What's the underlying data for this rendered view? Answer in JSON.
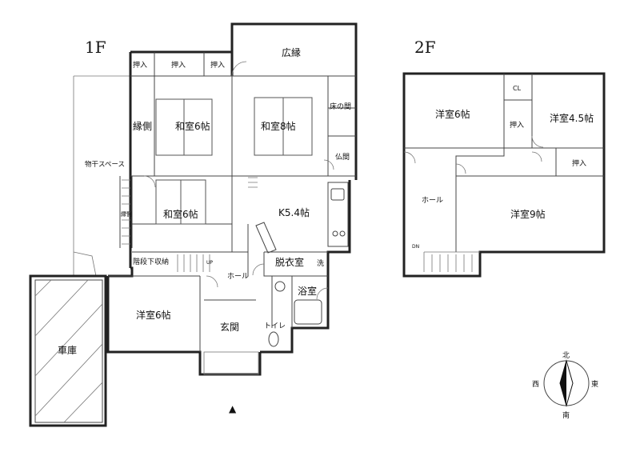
{
  "floor_1": {
    "label": "1F",
    "rooms": {
      "hiroen": "広縁",
      "oshiire_1": "押入",
      "oshiire_2": "押入",
      "oshiire_3": "押入",
      "engawa": "縁側",
      "washitsu_6a": "和室6帖",
      "washitsu_8": "和室8帖",
      "tokonoma": "床の間",
      "butsuma": "仏間",
      "monohoshi": "物干スペース",
      "engawa_small": "縁側",
      "washitsu_6b": "和室6帖",
      "kitchen": "K5.4帖",
      "kaidan_shuno": "階段下収納",
      "up_mark": "UP",
      "hall": "ホール",
      "datsuishitsu": "脱衣室",
      "sentaku": "洗",
      "yokushitsu": "浴室",
      "youshitsu_6": "洋室6帖",
      "genkan": "玄関",
      "toilet": "トイレ",
      "shako": "車庫"
    }
  },
  "floor_2": {
    "label": "2F",
    "rooms": {
      "cl": "CL",
      "youshitsu_6": "洋室6帖",
      "oshiire_a": "押入",
      "youshitsu_45": "洋室4.5帖",
      "oshiire_b": "押入",
      "hall": "ホール",
      "youshitsu_9": "洋室9帖",
      "dn_mark": "DN"
    }
  },
  "compass": {
    "north": "北",
    "south": "南",
    "east": "東",
    "west": "西"
  },
  "entrance_marker": "▲"
}
